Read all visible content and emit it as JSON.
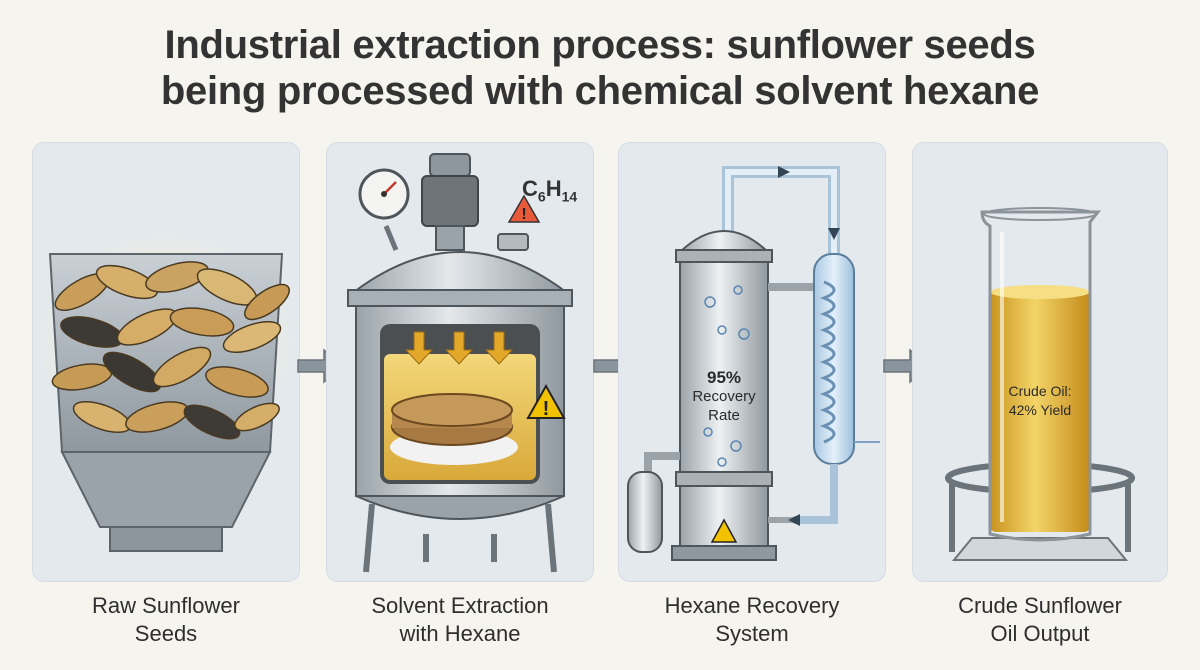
{
  "title": {
    "line1": "Industrial extraction process: sunflower seeds",
    "line2": "being processed with chemical solvent hexane"
  },
  "steps": [
    {
      "caption_line1": "Raw Sunflower",
      "caption_line2": "Seeds"
    },
    {
      "caption_line1": "Solvent Extraction",
      "caption_line2": "with Hexane"
    },
    {
      "caption_line1": "Hexane Recovery",
      "caption_line2": "System"
    },
    {
      "caption_line1": "Crude Sunflower",
      "caption_line2": "Oil Output"
    }
  ],
  "extraction": {
    "formula_main": "C",
    "formula_sub1": "6",
    "formula_mid": "H",
    "formula_sub2": "14"
  },
  "recovery": {
    "rate_value": "95%",
    "rate_line1": "Recovery",
    "rate_line2": "Rate"
  },
  "output": {
    "yield_line1": "Crude Oil:",
    "yield_line2": "42% Yield"
  },
  "colors": {
    "panel_bg": "#e4e9ee",
    "oil": "#e6c24a",
    "steel": "#b9c2ca",
    "warning": "#f2c200",
    "pipe": "#c5dbee"
  },
  "icons": [
    "hopper-icon",
    "seed-icon",
    "pressure-gauge-icon",
    "warning-icon",
    "reactor-icon",
    "distillation-column-icon",
    "condenser-coil-icon",
    "beaker-icon",
    "arrow-right-icon"
  ]
}
